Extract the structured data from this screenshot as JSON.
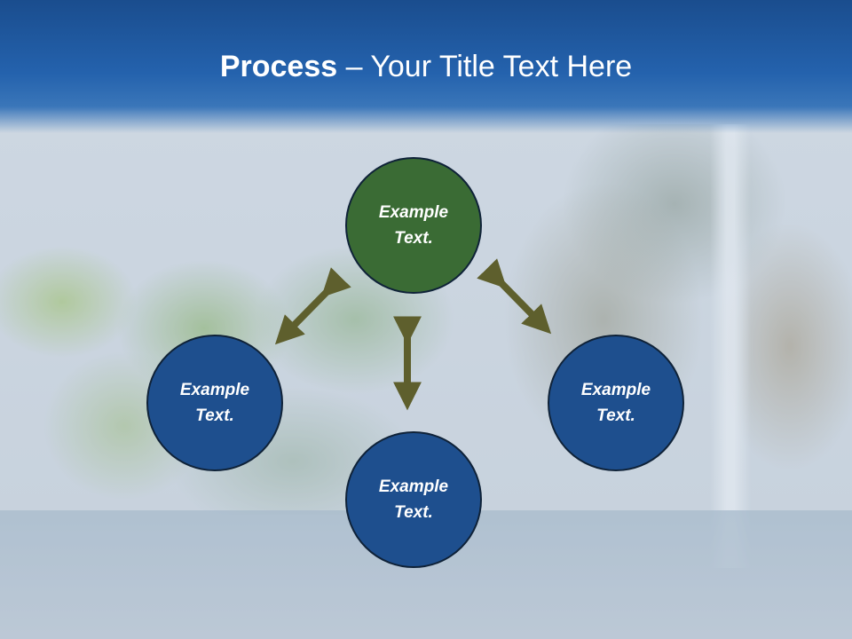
{
  "slide": {
    "title_bold": "Process",
    "title_rest": " – Your Title Text Here"
  },
  "nodes": [
    {
      "id": "top",
      "label": "Example\nText.",
      "color": "#3a6b34"
    },
    {
      "id": "left",
      "label": "Example\nText.",
      "color": "#1e4f8e"
    },
    {
      "id": "bottom",
      "label": "Example\nText.",
      "color": "#1e4f8e"
    },
    {
      "id": "right",
      "label": "Example\nText.",
      "color": "#1e4f8e"
    }
  ],
  "colors": {
    "title_band": "#2462ad",
    "arrow": "#5e5f2d",
    "circle_border": "#0f2238"
  },
  "connections": [
    {
      "from": "top",
      "to": "left",
      "type": "double-arrow"
    },
    {
      "from": "top",
      "to": "bottom",
      "type": "double-arrow"
    },
    {
      "from": "top",
      "to": "right",
      "type": "double-arrow"
    }
  ]
}
